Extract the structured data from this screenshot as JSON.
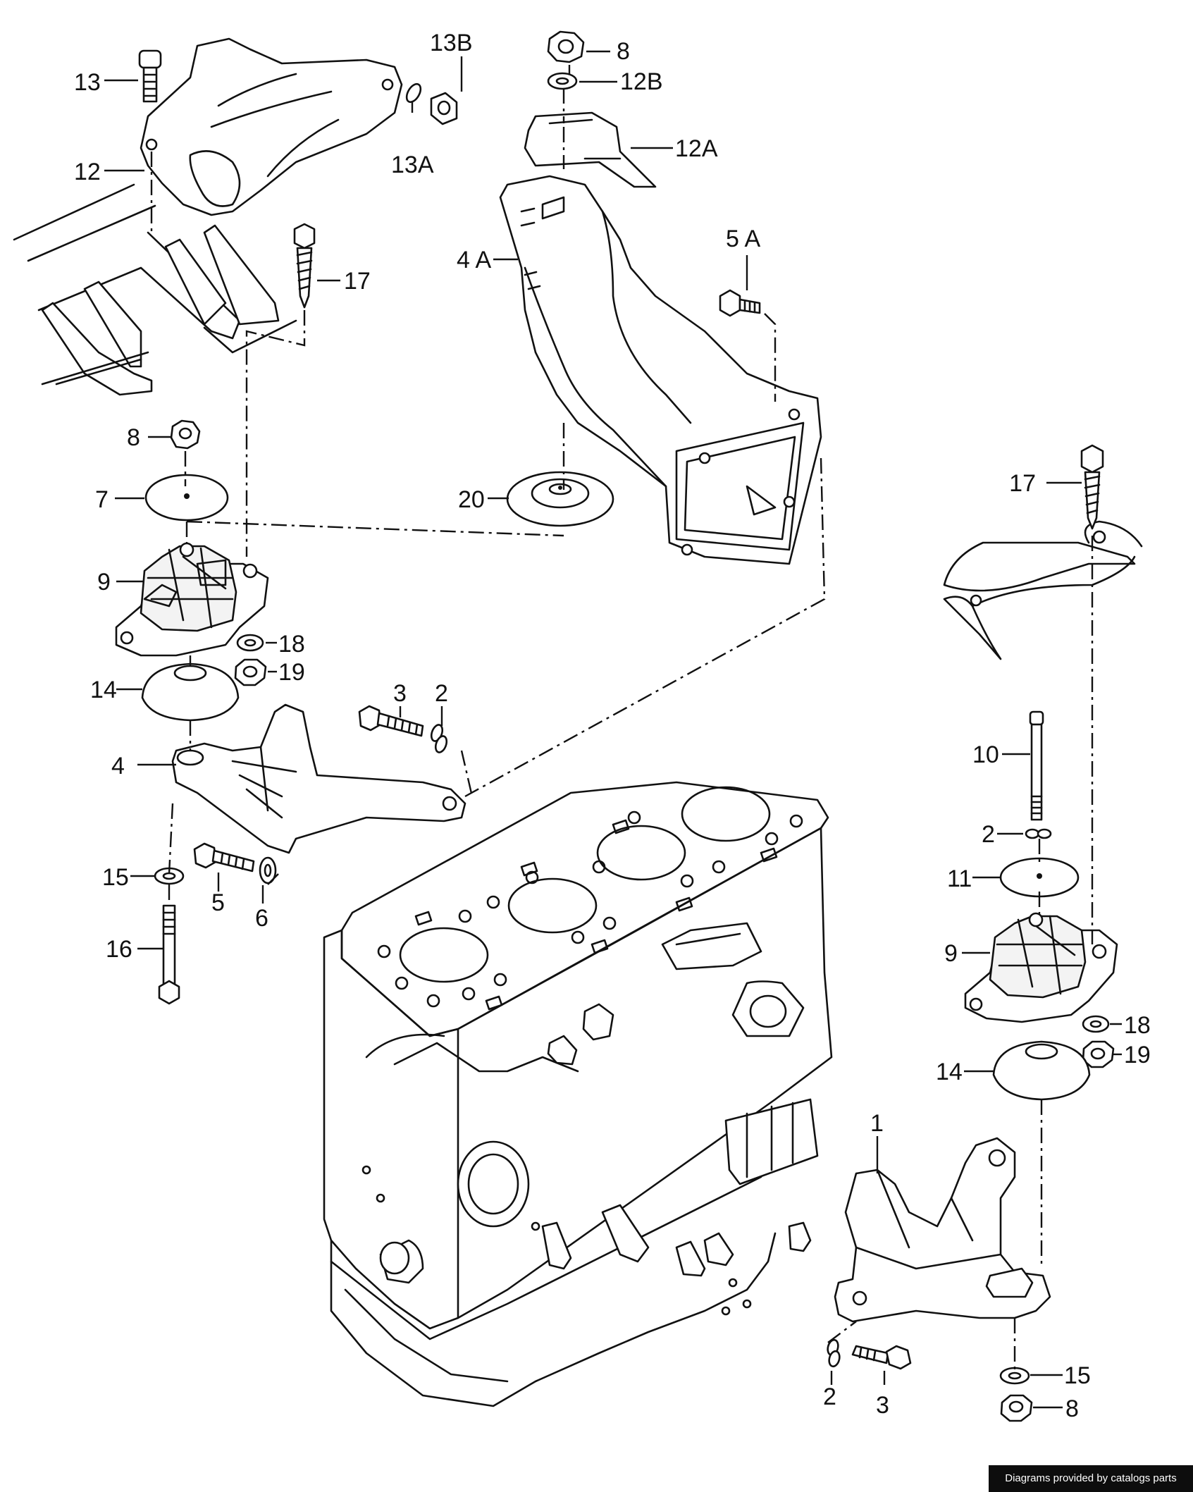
{
  "callouts": {
    "c13": "13",
    "c13b": "13B",
    "c13a": "13A",
    "c12": "12",
    "c8_top": "8",
    "c12b": "12B",
    "c12a": "12A",
    "c4a": "4 A",
    "c5a": "5 A",
    "c17_left": "17",
    "c8_left": "8",
    "c7": "7",
    "c20": "20",
    "c9_left": "9",
    "c18_left": "18",
    "c19_left": "19",
    "c14_left": "14",
    "c3_top": "3",
    "c2_top": "2",
    "c4": "4",
    "c15_left": "15",
    "c5": "5",
    "c6": "6",
    "c16": "16",
    "c17_right": "17",
    "c10": "10",
    "c2_mid": "2",
    "c11": "11",
    "c9_right": "9",
    "c18_right": "18",
    "c19_right": "19",
    "c14_right": "14",
    "c1": "1",
    "c15_right": "15",
    "c2_bot": "2",
    "c3_bot": "3",
    "c8_bot": "8"
  },
  "footer": "Diagrams provided by catalogs parts"
}
